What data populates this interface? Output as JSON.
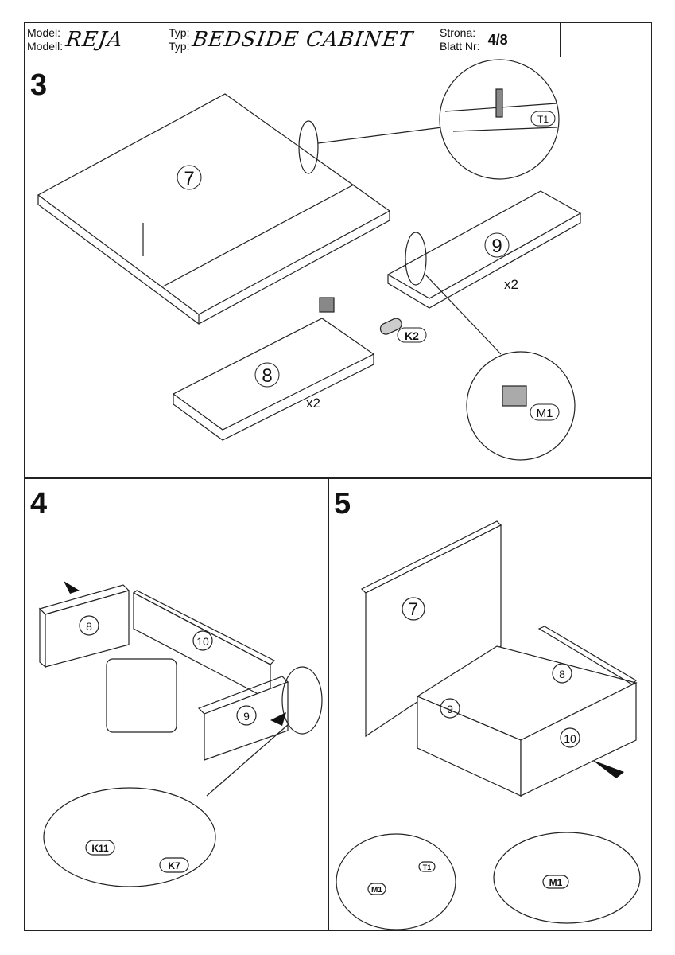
{
  "header": {
    "model_labels": [
      "Model:",
      "Modell:"
    ],
    "model": "REJA",
    "type_labels": [
      "Typ:",
      "Typ:"
    ],
    "type": "BEDSIDE CABINET",
    "page_labels": [
      "Strona:",
      "Blatt Nr:"
    ],
    "page": "4/8"
  },
  "step3": {
    "number": "3",
    "part7": "7",
    "part9": "9",
    "part8": "8",
    "qty9": "x2",
    "qty8": "x2",
    "t1": "T1",
    "k2": "K2",
    "m1": "M1"
  },
  "step4": {
    "number": "4",
    "part8": "8",
    "part10": "10",
    "part9": "9",
    "k11": "K11",
    "k7": "K7"
  },
  "step5": {
    "number": "5",
    "part7": "7",
    "part8": "8",
    "part9": "9",
    "part10": "10",
    "t1": "T1",
    "m1a": "M1",
    "m1b": "M1"
  }
}
